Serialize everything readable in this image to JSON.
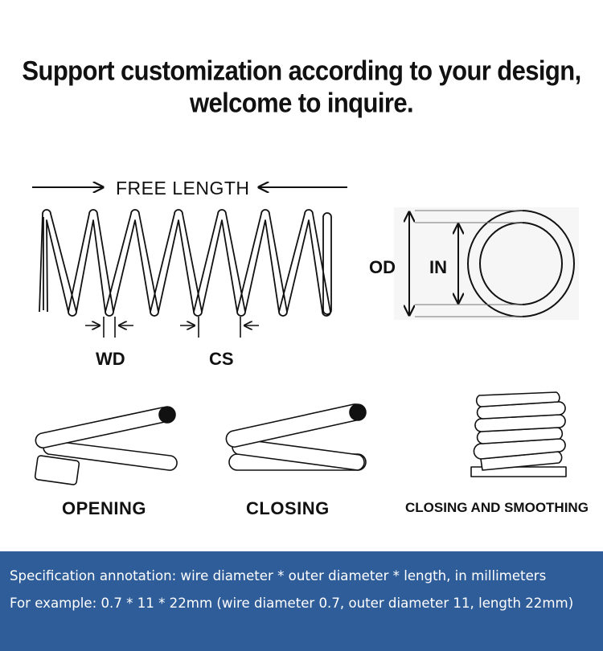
{
  "headline": {
    "line1": "Support customization according to your design,",
    "line2": "welcome to inquire."
  },
  "diagram": {
    "free_length": "FREE LENGTH",
    "wd": "WD",
    "cs": "CS",
    "od": "OD",
    "in": "IN",
    "end_types": {
      "opening": "OPENING",
      "closing": "CLOSING",
      "closing_smoothing": "CLOSING AND SMOOTHING"
    }
  },
  "annotation": {
    "line1": "Specification annotation: wire diameter * outer diameter * length, in millimeters",
    "line2": "For example: 0.7 * 11 * 22mm (wire diameter 0.7, outer diameter 11, length 22mm)"
  },
  "colors": {
    "band": "#2f5d9a",
    "ink": "#111111",
    "band_text": "#ffffff"
  }
}
